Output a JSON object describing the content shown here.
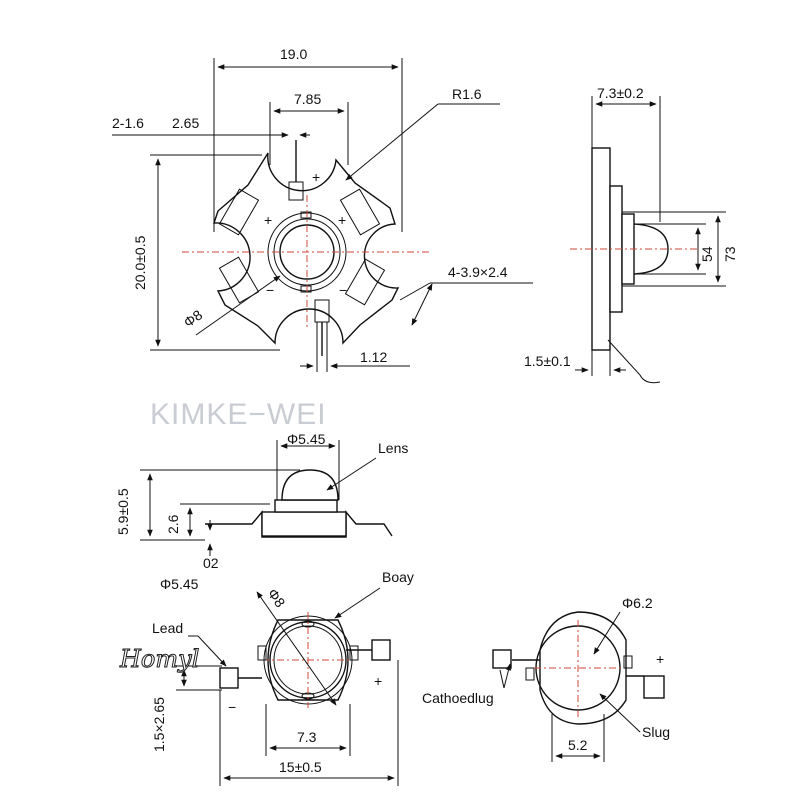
{
  "top_view": {
    "width": "19.0",
    "lens_spacing": "7.85",
    "holes": "2-1.6",
    "hole_offset": "2.65",
    "radius": "R1.6",
    "height": "20.0±0.5",
    "phi": "Φ8",
    "slots": "4-3.9×2.4",
    "pad": "1.12",
    "plus1": "+",
    "plus2": "+",
    "plus3": "+",
    "minus1": "−",
    "minus2": "−"
  },
  "side_view": {
    "width": "7.3±0.2",
    "inner": "54",
    "outer": "73",
    "base": "1.5±0.1"
  },
  "watermark": "KIMKE−WEI",
  "profile_view": {
    "lens_dia": "Φ5.45",
    "lens_label": "Lens",
    "total_height": "5.9±0.5",
    "body_height": "2.6",
    "lead_gap": "02"
  },
  "bottom_left": {
    "phi_outer": "Φ5.45",
    "body_label": "Boay",
    "phi8": "Φ8",
    "lead_label": "Lead",
    "lead_dims": "1.5×2.65",
    "inner_width": "7.3",
    "outer_width": "15±0.5",
    "plus": "+",
    "minus": "−"
  },
  "bottom_right": {
    "phi": "Φ6.2",
    "plus": "+",
    "cathode_label": "Cathoedlug",
    "slug_label": "Slug",
    "width": "5.2"
  },
  "brand": "Homyl"
}
